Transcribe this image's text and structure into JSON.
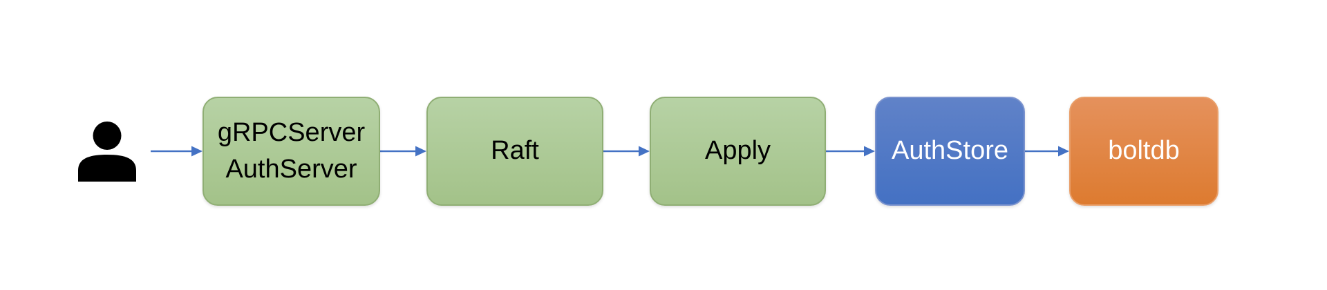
{
  "colors": {
    "green_top": "#b7d2a5",
    "green_bottom": "#a3c289",
    "green_border": "#8fae74",
    "blue_top": "#6082c8",
    "blue_bottom": "#4471c3",
    "blue_border": "#7b93ce",
    "orange_top": "#e5915c",
    "orange_bottom": "#dd7b30",
    "orange_border": "#e99e68",
    "arrow": "#4472c4",
    "actor": "#000000"
  },
  "actor": {
    "icon": "person-icon"
  },
  "nodes": [
    {
      "id": "grpcserver-authserver",
      "color": "green",
      "lines": [
        "gRPCServer",
        "AuthServer"
      ]
    },
    {
      "id": "raft",
      "color": "green",
      "lines": [
        "Raft"
      ]
    },
    {
      "id": "apply",
      "color": "green",
      "lines": [
        "Apply"
      ]
    },
    {
      "id": "authstore",
      "color": "blue",
      "lines": [
        "AuthStore"
      ]
    },
    {
      "id": "boltdb",
      "color": "orange",
      "lines": [
        "boltdb"
      ]
    }
  ]
}
